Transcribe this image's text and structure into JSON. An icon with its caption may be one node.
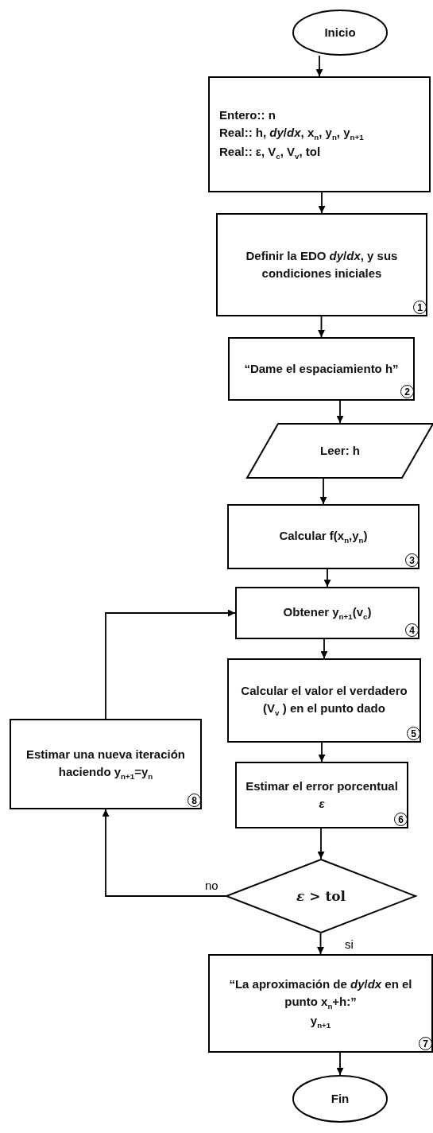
{
  "diagram": {
    "nodes": [
      {
        "text": [
          "Inicio"
        ]
      },
      {
        "text": [
          "Entero::  n",
          "Real:: h, *dy*/*dx*, x$_{n}$, y$_{n}$, y$_{n+1}$",
          "Real:: ε, V$_{c}$, V$_{v}$, tol"
        ]
      },
      {
        "text": [
          "Definir la EDO *dy*/*dx*,  y sus condiciones iniciales",
          "1"
        ]
      },
      {
        "text": [
          "“Dame el espaciamiento h”",
          "2"
        ]
      },
      {
        "text": [
          "Leer: h"
        ]
      },
      {
        "text": [
          "Calcular  f(x$_{n}$,y$_{n}$)",
          "3"
        ]
      },
      {
        "text": [
          "Obtener y$_{n+1}$(v$_{c}$)",
          "4"
        ]
      },
      {
        "text": [
          "Calcular  el valor el verdadero (V$_{v}$ ) en el punto dado",
          "5"
        ]
      },
      {
        "text": [
          "Estimar el error porcentual *ε*",
          "6"
        ]
      },
      {
        "text": [
          "*ε* > tol"
        ]
      },
      {
        "text": [
          "“La aproximación  de *dy*/*dx*  en el punto x$_{n}$+h:”",
          "y$_{n+1}$",
          "7"
        ]
      },
      {
        "text": [
          "Fin"
        ]
      },
      {
        "text": [
          "Estimar una nueva iteración haciendo  y$_{n+1}$=y$_{n}$",
          "8"
        ]
      }
    ],
    "edges": [
      {
        "from": 0,
        "to": 1,
        "arrow": "to"
      },
      {
        "from": 1,
        "to": 2,
        "arrow": "to"
      },
      {
        "from": 2,
        "to": 3,
        "arrow": "to"
      },
      {
        "from": 3,
        "to": 4,
        "arrow": "to"
      },
      {
        "from": 4,
        "to": 5,
        "arrow": "to"
      },
      {
        "from": 5,
        "to": 6,
        "arrow": "to"
      },
      {
        "from": 6,
        "to": 7,
        "arrow": "to"
      },
      {
        "from": 7,
        "to": 8,
        "arrow": "to"
      },
      {
        "from": 8,
        "to": 9,
        "arrow": "to"
      },
      {
        "from": 9,
        "to": 12,
        "label": "no",
        "arrow": "to"
      },
      {
        "from": 12,
        "to": 6,
        "arrow": "to"
      },
      {
        "from": 9,
        "to": 10,
        "label": "si",
        "arrow": "to"
      },
      {
        "from": 10,
        "to": 11,
        "arrow": "to"
      }
    ]
  }
}
